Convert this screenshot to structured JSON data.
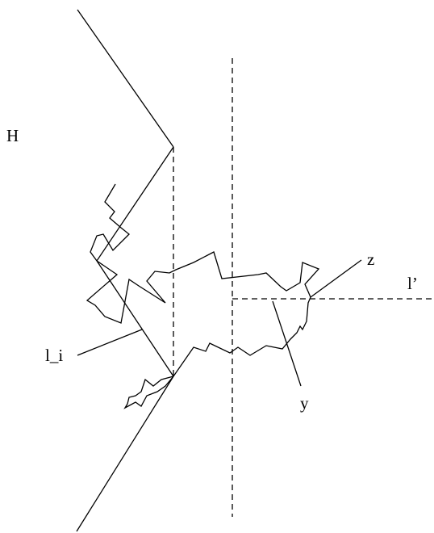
{
  "labels": {
    "H": "H",
    "z": "z",
    "l_prime": "l’",
    "l_i": "l_i",
    "y": "y"
  },
  "colors": {
    "stroke": "#000000",
    "background": "#ffffff"
  }
}
